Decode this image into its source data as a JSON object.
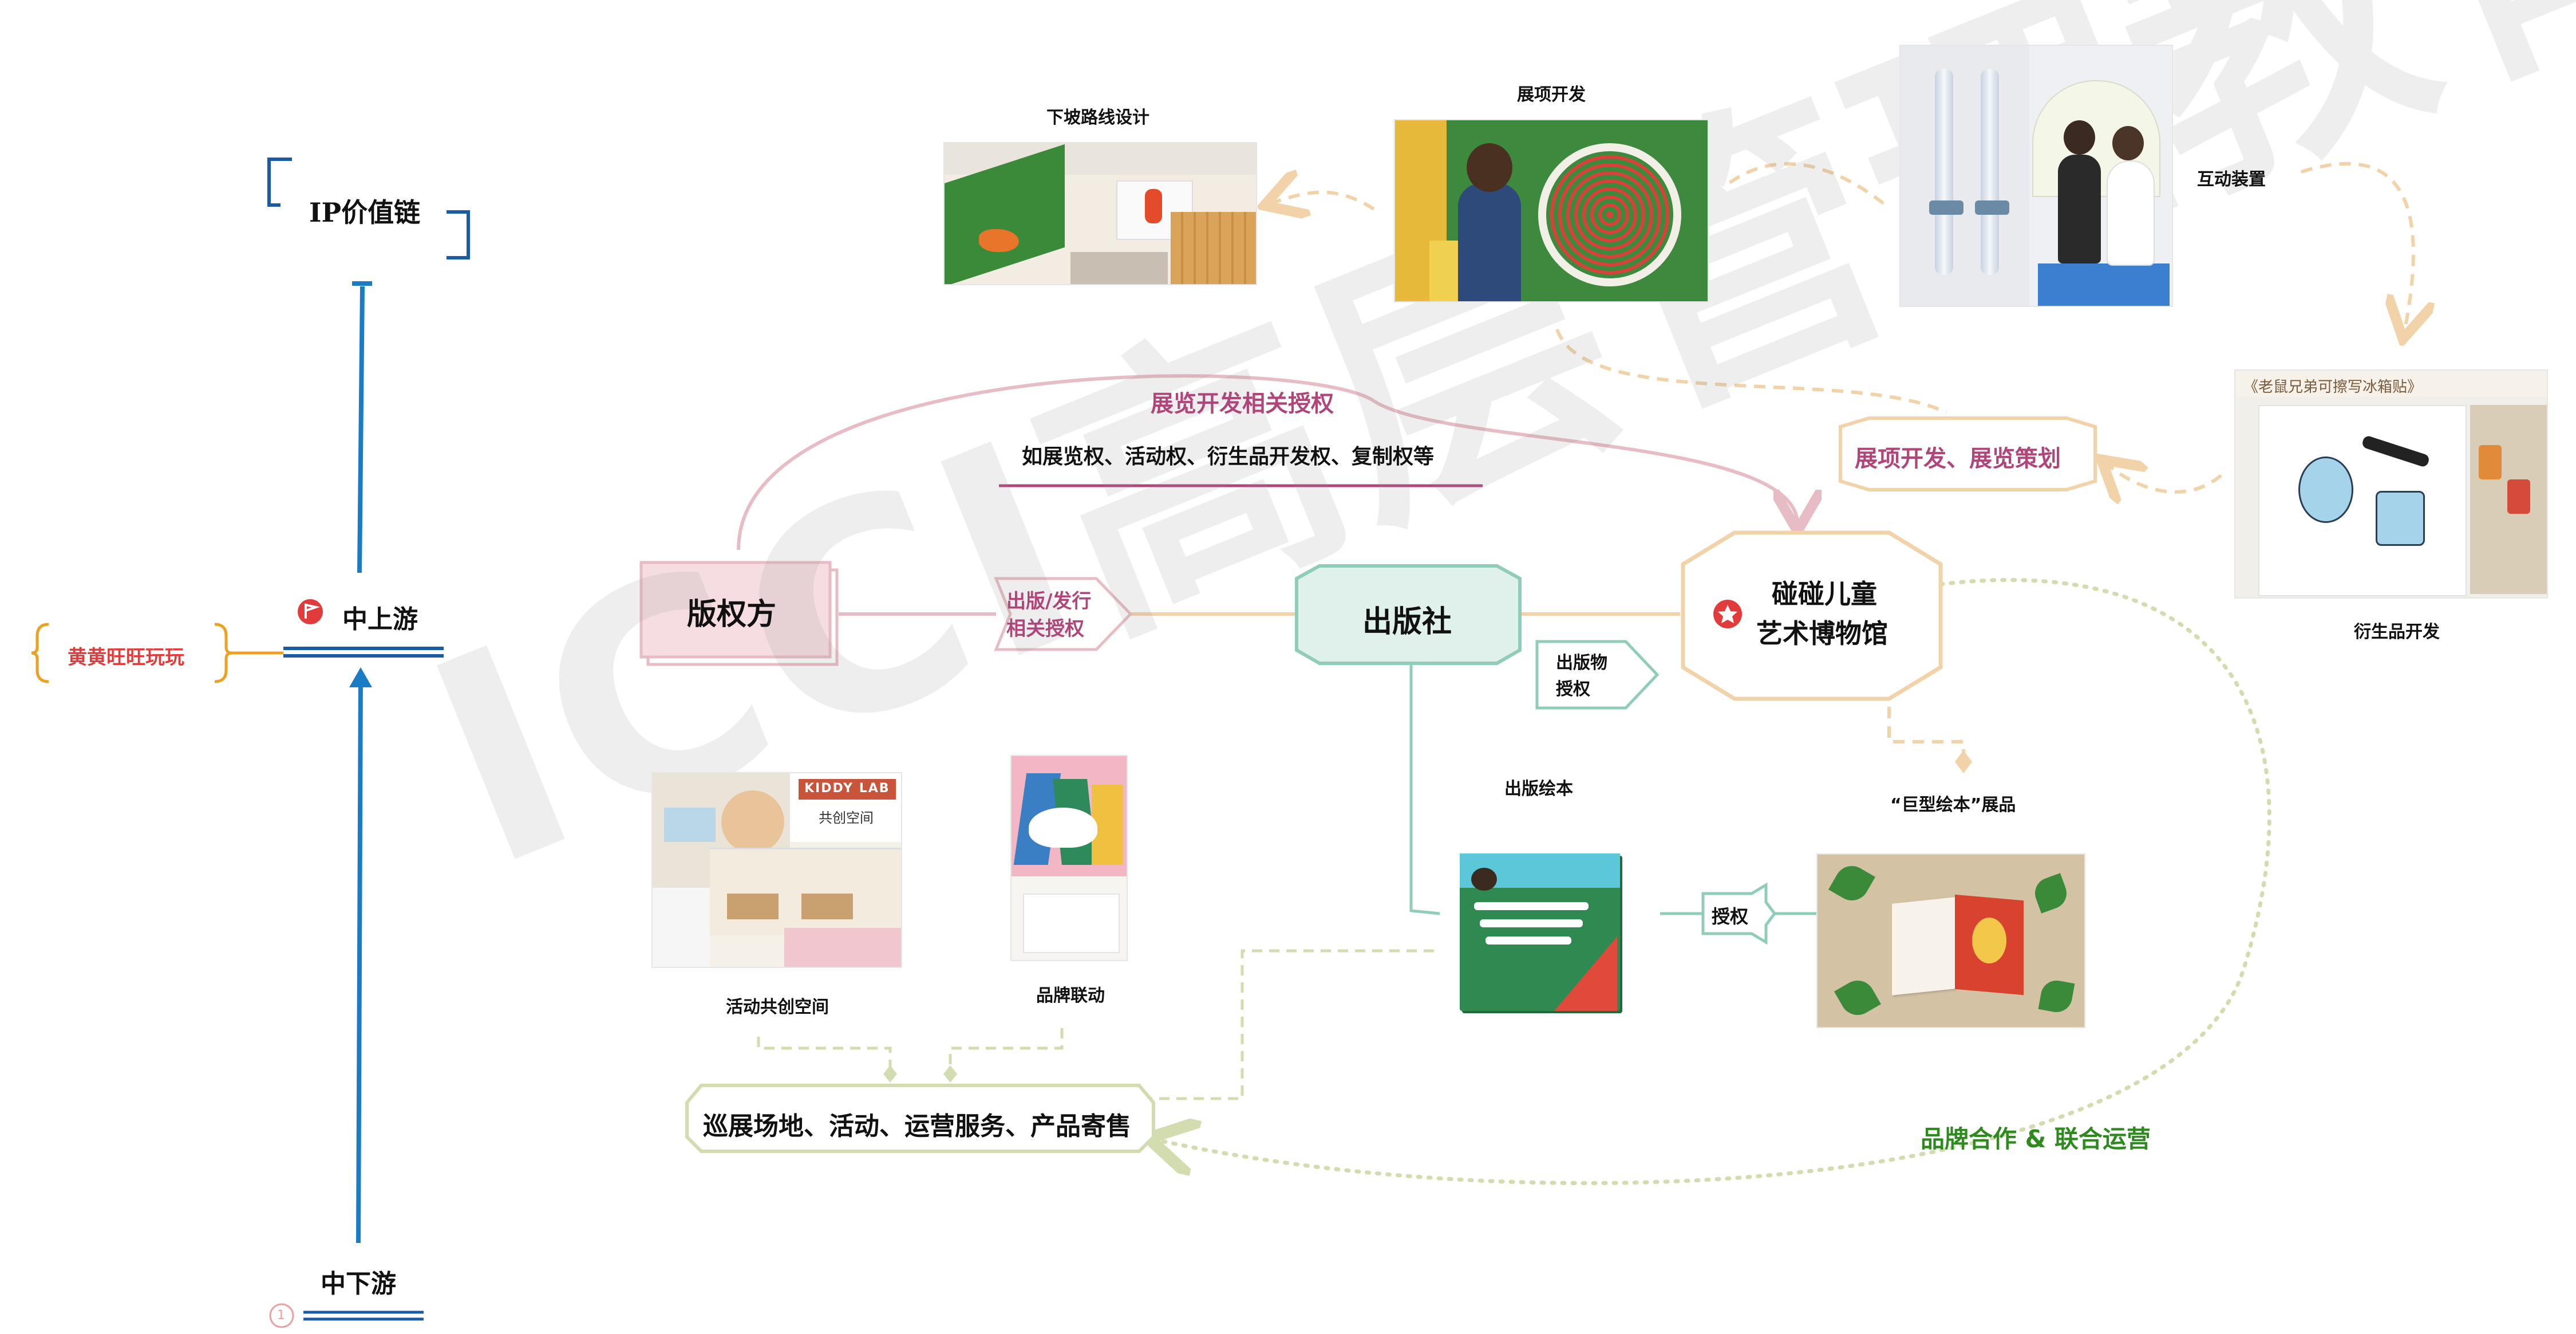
{
  "watermark": "ICCI高层管理教育",
  "left_chain": {
    "title": "IP价值链",
    "upper": "中上游",
    "lower": "中下游",
    "brand": "黄黄旺旺玩玩",
    "marker_number": "1"
  },
  "nodes": {
    "copyright_owner": "版权方",
    "publisher": "出版社",
    "museum_line1": "碰碰儿童",
    "museum_line2": "艺术博物馆",
    "venues": "巡展场地、活动、运营服务、产品寄售",
    "exhibit_planning": "展项开发、展览策划"
  },
  "edges": {
    "exhibit_license": "展览开发相关授权",
    "exhibit_license_detail": "如展览权、活动权、衍生品开发权、复制权等",
    "publish_license_line1": "出版/发行",
    "publish_license_line2": "相关授权",
    "publication_license_line1": "出版物",
    "publication_license_line2": "授权",
    "license": "授权",
    "brand_coop": "品牌合作 & 联合运营"
  },
  "photos": {
    "slope_route": "下坡路线设计",
    "exhibit_dev": "展项开发",
    "interactive": "互动装置",
    "derivative": "衍生品开发",
    "derivative_caption": "《老鼠兄弟可擦写冰箱贴》",
    "cocreate_space": "活动共创空间",
    "kiddy_tag": "KIDDY LAB",
    "kiddy_sub": "共创空间",
    "brand_link": "品牌联动",
    "picture_book": "出版绘本",
    "giant_book": "“巨型绘本”展品"
  },
  "colors": {
    "blue": "#1a7cc4",
    "pink": "#b0457a",
    "pink_line": "#e8bcc4",
    "teal": "#8fcdb8",
    "orange": "#f2d2a8",
    "olive": "#d3dcae",
    "green_text": "#2e8a1f",
    "red": "#e23b3b",
    "yellow": "#f0a020"
  }
}
